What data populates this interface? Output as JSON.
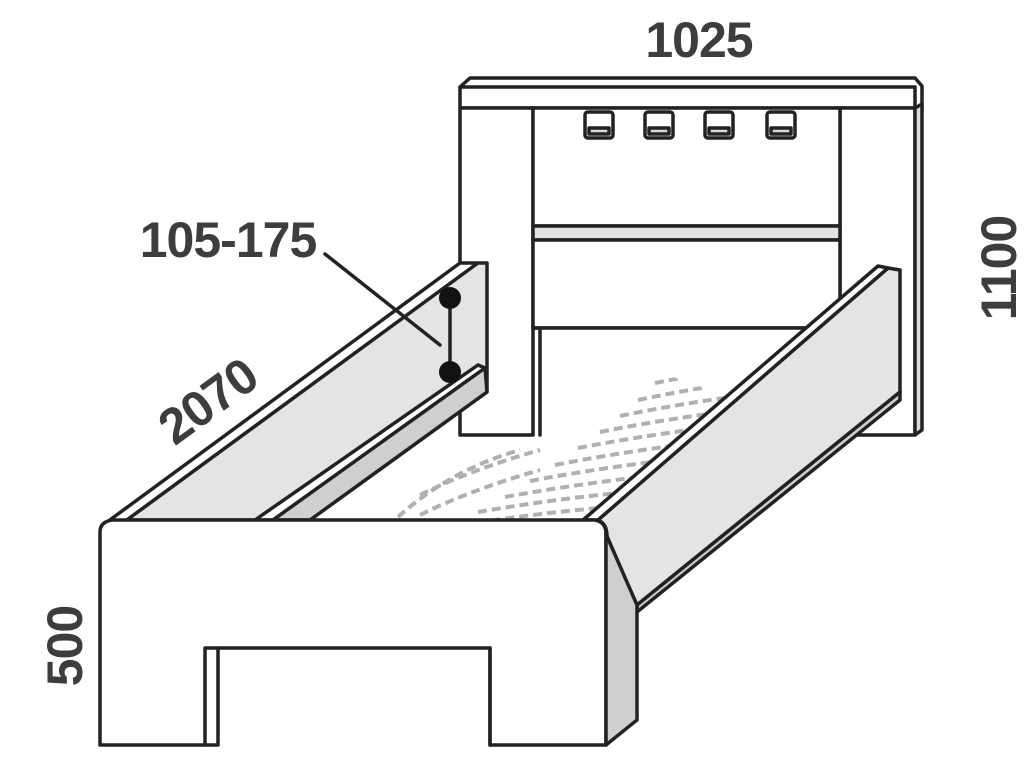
{
  "dimensions": {
    "width_label": "1025",
    "height_label": "1100",
    "length_label": "2070",
    "footboard_height_label": "500",
    "rail_adjust_label": "105-175"
  }
}
